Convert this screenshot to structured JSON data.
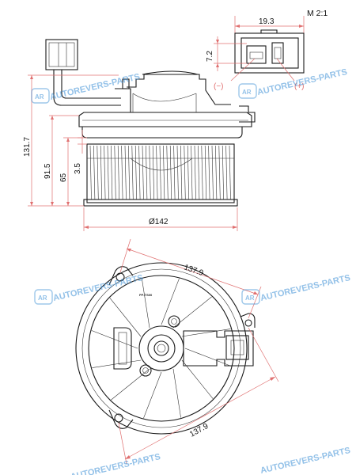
{
  "scale_label": "M 2:1",
  "connector": {
    "width_label": "19.3",
    "height_label": "7.2",
    "neg_label": "(−)",
    "pos_label": "(+)"
  },
  "side_view": {
    "total_height_label": "131.7",
    "body_height_label": "91.5",
    "wheel_height_label": "65",
    "gap_label": "3.5",
    "diameter_label": "Ø142"
  },
  "bottom_view": {
    "top_mount_label": "137.9",
    "bottom_mount_label": "137.9",
    "part_code": "PP-TS00"
  },
  "watermarks": [
    {
      "text": "AUTOREVERS-PARTS"
    },
    {
      "text": "AUTOREVERS-PARTS"
    },
    {
      "text": "AUTOREVERS-PARTS"
    },
    {
      "text": "AUTOREVERS-PARTS"
    }
  ],
  "logo_text": "AR"
}
